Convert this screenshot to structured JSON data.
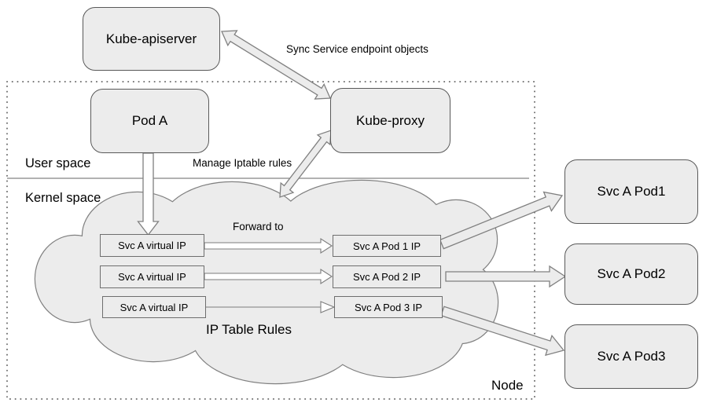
{
  "nodes": {
    "kube_apiserver": "Kube-apiserver",
    "pod_a": "Pod A",
    "kube_proxy": "Kube-proxy",
    "svc_a_pod1": "Svc A Pod1",
    "svc_a_pod2": "Svc A Pod2",
    "svc_a_pod3": "Svc A Pod3"
  },
  "labels": {
    "sync": "Sync Service endpoint objects",
    "manage": "Manage Iptable rules",
    "forward": "Forward to",
    "user_space": "User space",
    "kernel_space": "Kernel space",
    "node": "Node",
    "iptable_title": "IP Table Rules"
  },
  "iptables": {
    "rules": [
      {
        "source": "Svc A virtual IP",
        "target": "Svc A Pod 1 IP"
      },
      {
        "source": "Svc A virtual IP",
        "target": "Svc A Pod 2 IP"
      },
      {
        "source": "Svc A virtual IP",
        "target": "Svc A Pod 3 IP"
      }
    ]
  },
  "colors": {
    "node_fill": "#ececec",
    "node_border": "#595959",
    "rule_box_border": "#6e6e6e",
    "cloud_fill": "#ececec",
    "cloud_stroke": "#808080",
    "arrow_fill": "#ececec",
    "arrow_stroke": "#808080",
    "divider_line": "#999999",
    "dotted_border": "#707070",
    "text": "#000000"
  }
}
